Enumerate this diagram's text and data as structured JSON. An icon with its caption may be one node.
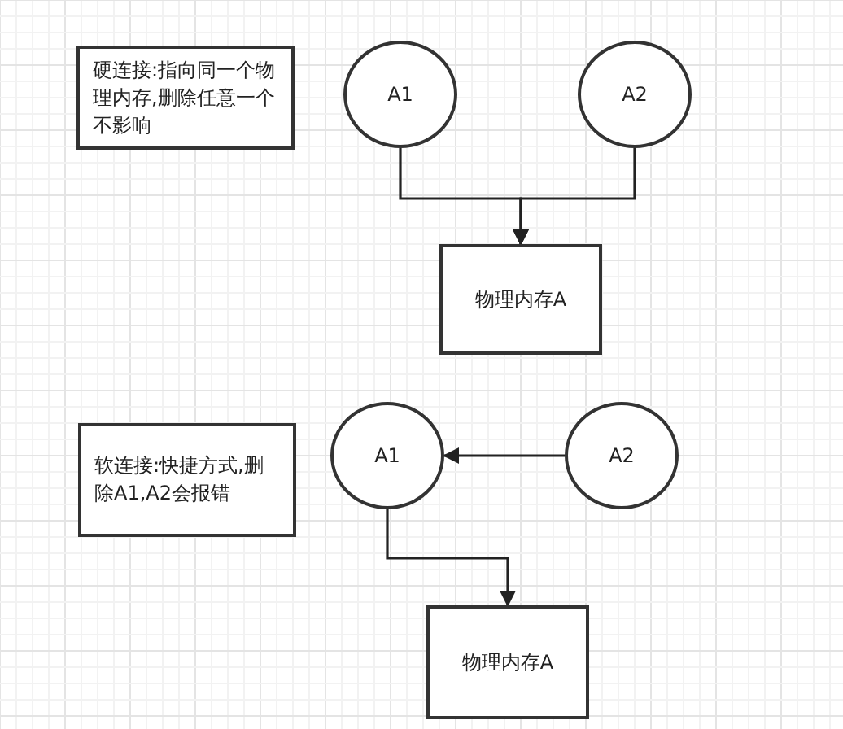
{
  "diagram": {
    "nodes": [
      {
        "text": [
          "硬连接:指向同一个物理内存,删除任意一个不影响"
        ]
      },
      {
        "text": [
          "A1"
        ]
      },
      {
        "text": [
          "A2"
        ]
      },
      {
        "text": [
          "物理内存A"
        ]
      },
      {
        "text": [
          "软连接:快捷方式,删除A1,A2会报错"
        ]
      },
      {
        "text": [
          "A1"
        ]
      },
      {
        "text": [
          "A2"
        ]
      },
      {
        "text": [
          "物理内存A"
        ]
      }
    ],
    "edges": [
      {
        "from": 1,
        "to": 3,
        "arrow": "to"
      },
      {
        "from": 2,
        "to": 3,
        "arrow": "to"
      },
      {
        "from": 6,
        "to": 5,
        "arrow": "to"
      },
      {
        "from": 5,
        "to": 7,
        "arrow": "to"
      }
    ]
  }
}
